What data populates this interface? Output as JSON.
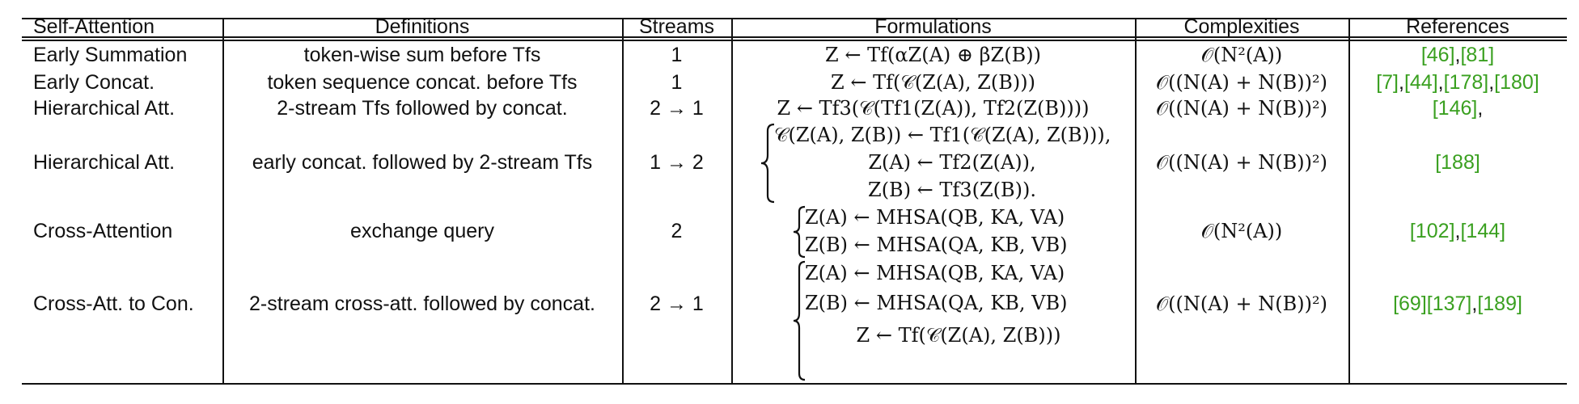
{
  "headers": [
    "Self-Attention",
    "Definitions",
    "Streams",
    "Formulations",
    "Complexities",
    "References"
  ],
  "rows": [
    {
      "self_attention": "Early Summation",
      "definition": "token-wise sum before Tfs",
      "streams": "1",
      "formulation": [
        "Z ← Tf(αZ(A) ⊕ βZ(B))"
      ],
      "complexity": "𝒪(N²(A))",
      "refs": [
        "[46]",
        ", ",
        "[81]"
      ]
    },
    {
      "self_attention": "Early Concat.",
      "definition": "token sequence concat. before Tfs",
      "streams": "1",
      "formulation": [
        "Z ← Tf(𝒞(Z(A), Z(B)))"
      ],
      "complexity": "𝒪((N(A) + N(B))²)",
      "refs": [
        "[7]",
        ", ",
        "[44]",
        ", ",
        "[178]",
        ", ",
        "[180]"
      ]
    },
    {
      "self_attention": "Hierarchical Att.",
      "definition": "2-stream Tfs followed by concat.",
      "streams": "2 → 1",
      "formulation": [
        "Z ← Tf3(𝒞(Tf1(Z(A)), Tf2(Z(B))))"
      ],
      "complexity": "𝒪((N(A) + N(B))²)",
      "refs": [
        "[146]",
        ","
      ]
    },
    {
      "self_attention": "Hierarchical Att.",
      "definition": "early concat. followed by 2-stream Tfs",
      "streams": "1 → 2",
      "formulation": [
        "𝒞(Z(A), Z(B)) ← Tf1(𝒞(Z(A), Z(B))),",
        "Z(A) ← Tf2(Z(A)),",
        "Z(B) ← Tf3(Z(B))."
      ],
      "complexity": "𝒪((N(A) + N(B))²)",
      "refs": [
        "[188]"
      ]
    },
    {
      "self_attention": "Cross-Attention",
      "definition": "exchange query",
      "streams": "2",
      "formulation": [
        "Z(A) ← MHSA(QB, KA, VA)",
        "Z(B) ← MHSA(QA, KB, VB)"
      ],
      "complexity": "𝒪(N²(A))",
      "refs": [
        "[102]",
        ", ",
        "[144]"
      ]
    },
    {
      "self_attention": "Cross-Att. to Con.",
      "definition": "2-stream cross-att. followed by concat.",
      "streams": "2 → 1",
      "formulation": [
        "Z(A) ← MHSA(QB, KA, VA)",
        "Z(B) ← MHSA(QA, KB, VB)",
        "Z ← Tf(𝒞(Z(A), Z(B)))"
      ],
      "complexity": "𝒪((N(A) + N(B))²)",
      "refs": [
        "[69]",
        " ",
        "[137]",
        ", ",
        "[189]"
      ]
    }
  ],
  "colors": {
    "reference_link": "#3aa020",
    "text": "#111111"
  }
}
